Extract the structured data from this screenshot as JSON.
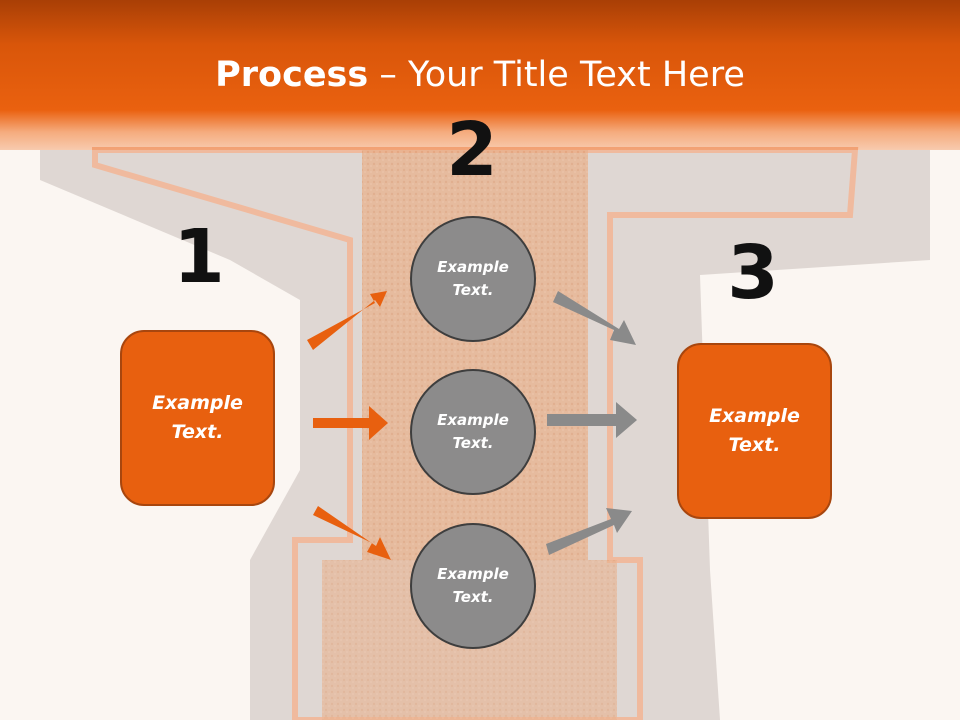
{
  "title": {
    "bold": "Process",
    "rest": " – Your Title Text Here"
  },
  "steps": {
    "one": "1",
    "two": "2",
    "three": "3"
  },
  "boxes": {
    "left": "Example Text.",
    "right": "Example Text."
  },
  "circles": {
    "top": "Example Text.",
    "middle": "Example Text.",
    "bottom": "Example Text."
  },
  "colors": {
    "accent": "#e8600f",
    "header_dark": "#a93f06",
    "circle_fill": "#8c8b8b",
    "gray_arrow": "#8a8a8a",
    "number": "#111111"
  }
}
